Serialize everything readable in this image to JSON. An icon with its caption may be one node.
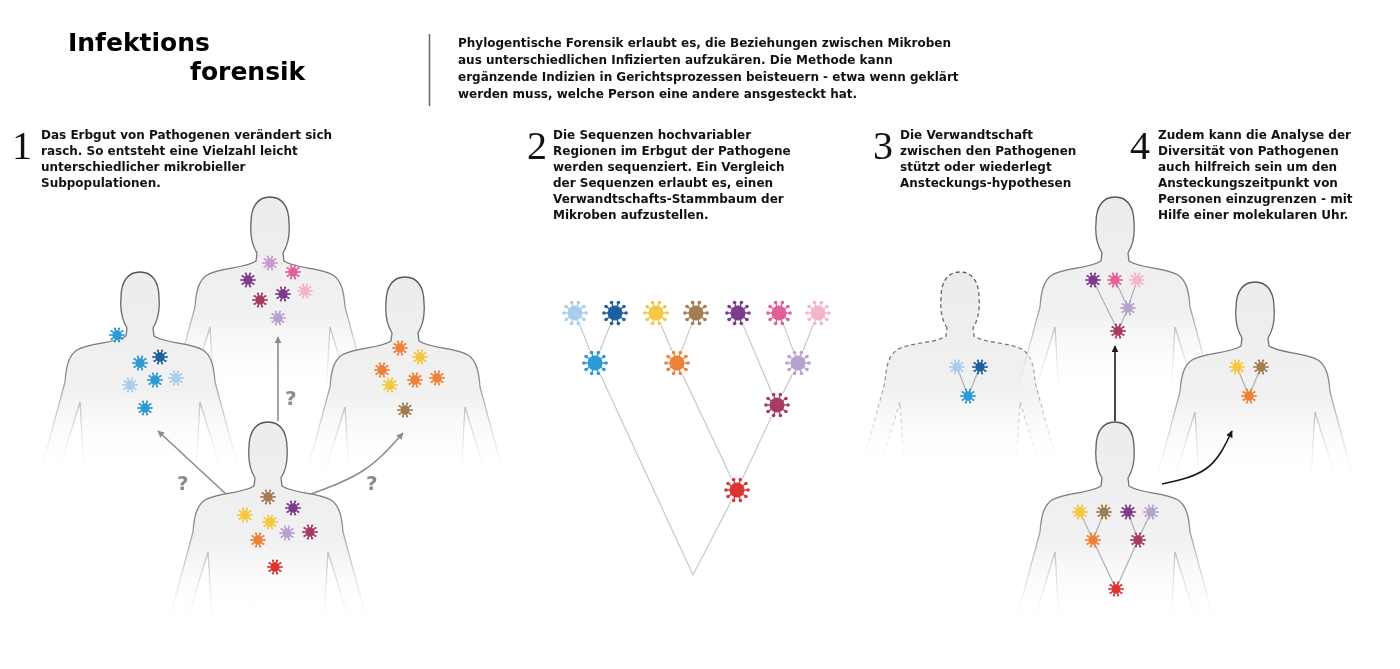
{
  "diagram": {
    "title": "Infektions forensik",
    "nodes": [
      {
        "text": [],
        "shape": "person"
      },
      {
        "text": [],
        "shape": "person"
      },
      {
        "text": [],
        "shape": "person"
      },
      {
        "text": [],
        "shape": "person"
      },
      {
        "text": [],
        "shape": "picture"
      },
      {
        "text": [],
        "shape": "picture"
      },
      {
        "text": [],
        "shape": "picture"
      },
      {
        "text": [],
        "shape": "picture"
      },
      {
        "text": [],
        "shape": "picture"
      },
      {
        "text": [],
        "shape": "picture"
      },
      {
        "text": [],
        "shape": "picture"
      },
      {
        "text": [],
        "shape": "picture"
      },
      {
        "text": [],
        "shape": "picture"
      },
      {
        "text": [],
        "shape": "picture"
      },
      {
        "text": [],
        "shape": "picture"
      },
      {
        "text": [],
        "shape": "picture"
      },
      {
        "text": [],
        "shape": "person"
      },
      {
        "text": [],
        "shape": "person"
      },
      {
        "text": [],
        "shape": "person"
      },
      {
        "text": [],
        "shape": "person"
      }
    ],
    "edges": [
      {
        "from": 3,
        "to": 0,
        "arrow": "to",
        "label": "?",
        "color": "#8c8c8c"
      },
      {
        "from": 3,
        "to": 1,
        "arrow": "to",
        "label": "?",
        "color": "#8c8c8c"
      },
      {
        "from": 3,
        "to": 2,
        "arrow": "to",
        "label": "?",
        "color": "#8c8c8c"
      },
      {
        "from": 4,
        "to": 11,
        "arrow": "none"
      },
      {
        "from": 5,
        "to": 11,
        "arrow": "none"
      },
      {
        "from": 6,
        "to": 12,
        "arrow": "none"
      },
      {
        "from": 7,
        "to": 12,
        "arrow": "none"
      },
      {
        "from": 9,
        "to": 13,
        "arrow": "none"
      },
      {
        "from": 10,
        "to": 13,
        "arrow": "none"
      },
      {
        "from": 8,
        "to": 14,
        "arrow": "none"
      },
      {
        "from": 13,
        "to": 14,
        "arrow": "none"
      },
      {
        "from": 12,
        "to": 15,
        "arrow": "none"
      },
      {
        "from": 14,
        "to": 15,
        "arrow": "none"
      },
      {
        "from": 11,
        "to": 15,
        "arrow": "none"
      },
      {
        "from": 19,
        "to": 17,
        "arrow": "to",
        "color": "#1a1a1a"
      },
      {
        "from": 19,
        "to": 18,
        "arrow": "to",
        "color": "#1a1a1a"
      }
    ],
    "labels": [
      "Phylogentische Forensik erlaubt es, die Beziehungen zwischen Mikroben aus unterschiedlichen Infizierten aufzukären. Die Methode kann ergänzende Indizien in Gerichtsprozessen beisteuern - etwa wenn geklärt werden muss, welche Person eine andere ansgesteckt hat.",
      "1",
      "Das Erbgut von Pathogenen verändert sich rasch. So entsteht eine Vielzahl leicht unterschiedlicher mikrobieller Subpopulationen.",
      "2",
      "Die Sequenzen hochvariabler Regionen im Erbgut der Pathogene werden sequenziert. Ein Vergleich der Sequenzen erlaubt es, einen Verwandtschafts-Stammbaum der Mikroben aufzustellen.",
      "3",
      "Die Verwandtschaft zwischen den Pathogenen stützt oder wiederlegt Ansteckungs-hypothesen",
      "4",
      "Zudem kann die Analyse der Diversität von Pathogenen auch hilfreich sein um den Ansteckungszeitpunkt von Personen einzugrenzen - mit Hilfe einer molekularen Uhr."
    ]
  }
}
